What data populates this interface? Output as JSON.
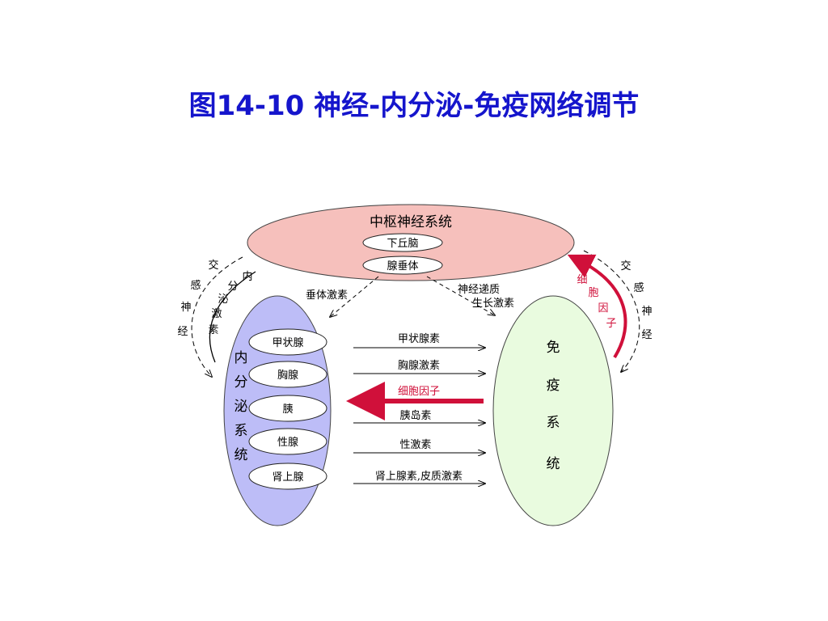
{
  "title": "图14-10 神经-内分泌-免疫网络调节",
  "cns": {
    "label": "中枢神经系统",
    "hypothalamus": "下丘脑",
    "pituitary": "腺垂体"
  },
  "endocrine": {
    "label": [
      "内",
      "分",
      "泌",
      "系",
      "统"
    ],
    "glands": [
      "甲状腺",
      "胸腺",
      "胰",
      "性腺",
      "肾上腺"
    ]
  },
  "immune": {
    "label": [
      "免",
      "疫",
      "系",
      "统"
    ]
  },
  "pathways": {
    "pituitary_hormones": "垂体激素",
    "neuro_left": [
      "内",
      "分",
      "泌",
      "激",
      "素"
    ],
    "neuro_right": [
      "神经递质",
      "生长激素"
    ],
    "sympathetic_left": [
      "交",
      "感",
      "神",
      "经"
    ],
    "sympathetic_right": [
      "交",
      "感",
      "神",
      "经"
    ],
    "cytokine_up": [
      "细",
      "胞",
      "因",
      "子"
    ]
  },
  "arrows": {
    "thyroid": "甲状腺素",
    "thymus": "胸腺激素",
    "cytokine": "细胞因子",
    "insulin": "胰岛素",
    "sex": "性激素",
    "adrenal": "肾上腺素,皮质激素"
  },
  "colors": {
    "title": "#1515cc",
    "cns_fill": "#f6c0bc",
    "endocrine_fill": "#bdbdf7",
    "immune_fill": "#e9fbdf",
    "cytokine_red": "#d0103a"
  }
}
